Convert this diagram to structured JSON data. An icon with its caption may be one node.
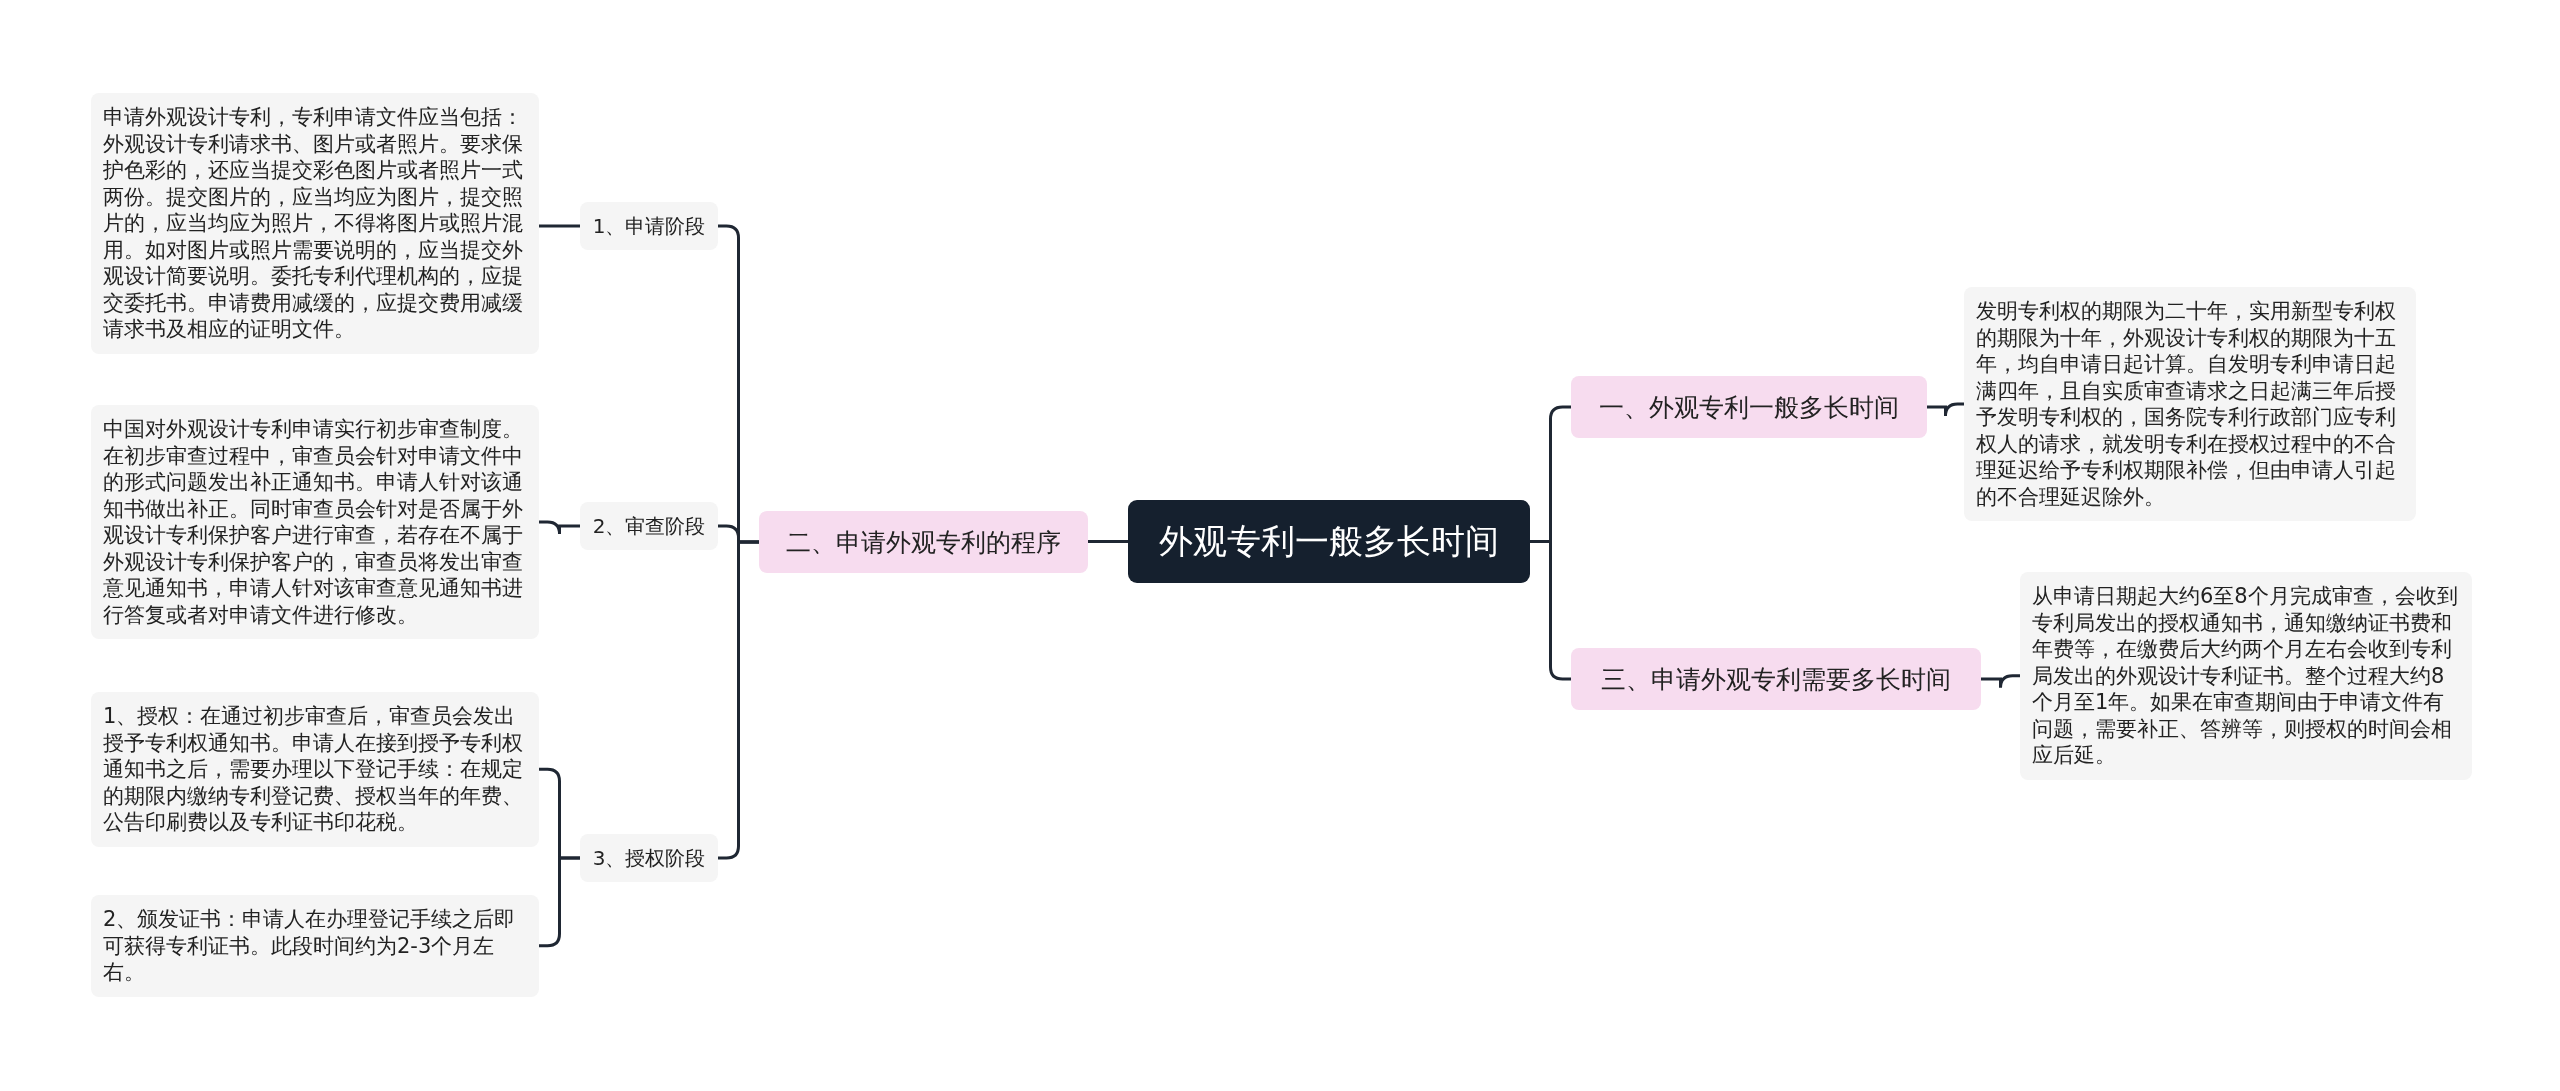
{
  "diagram": {
    "nodes": [
      {
        "text": [
          "外观专利一般多长时间"
        ]
      },
      {
        "text": [
          "一、外观专利一般多长时间"
        ]
      },
      {
        "text": [
          "发明专利权的期限为二十年，实用新型专利权的期限为十年，外观设计专利权的期限为十五年，均自申请日起计算。自发明专利申请日起满四年，且自实质审查请求之日起满三年后授予发明专利权的，国务院专利行政部门应专利权人的请求，就发明专利在授权过程中的不合理延迟给予专利权期限补偿，但由申请人引起的不合理延迟除外。"
        ]
      },
      {
        "text": [
          "三、申请外观专利需要多长时间"
        ]
      },
      {
        "text": [
          "从申请日期起大约6至8个月完成审查，会收到专利局发出的授权通知书，通知缴纳证书费和年费等，在缴费后大约两个月左右会收到专利局发出的外观设计专利证书。整个过程大约8个月至1年。如果在审查期间由于申请文件有问题，需要补正、答辨等，则授权的时间会相应后延。"
        ]
      },
      {
        "text": [
          "二、申请外观专利的程序"
        ]
      },
      {
        "text": [
          "1、申请阶段"
        ]
      },
      {
        "text": [
          "申请外观设计专利，专利申请文件应当包括：外观设计专利请求书、图片或者照片。要求保护色彩的，还应当提交彩色图片或者照片一式两份。提交图片的，应当均应为图片，提交照片的，应当均应为照片，不得将图片或照片混用。如对图片或照片需要说明的，应当提交外观设计简要说明。委托专利代理机构的，应提交委托书。申请费用减缓的，应提交费用减缓请求书及相应的证明文件。"
        ]
      },
      {
        "text": [
          "2、审查阶段"
        ]
      },
      {
        "text": [
          "中国对外观设计专利申请实行初步审查制度。在初步审查过程中，审查员会针对申请文件中的形式问题发出补正通知书。申请人针对该通知书做出补正。同时审查员会针对是否属于外观设计专利保护客户进行审查，若存在不属于外观设计专利保护客户的，审查员将发出审查意见通知书，申请人针对该审查意见通知书进行答复或者对申请文件进行修改。"
        ]
      },
      {
        "text": [
          "3、授权阶段"
        ]
      },
      {
        "text": [
          "1、授权：在通过初步审查后，审查员会发出授予专利权通知书。申请人在接到授予专利权通知书之后，需要办理以下登记手续：在规定的期限内缴纳专利登记费、授权当年的年费、公告印刷费以及专利证书印花税。"
        ]
      },
      {
        "text": [
          "2、颁发证书：申请人在办理登记手续之后即可获得专利证书。此段时间约为2-3个月左右。"
        ]
      }
    ],
    "edges": [
      {
        "from": 0,
        "to": 1,
        "arrow": "none"
      },
      {
        "from": 1,
        "to": 2,
        "arrow": "none"
      },
      {
        "from": 0,
        "to": 3,
        "arrow": "none"
      },
      {
        "from": 3,
        "to": 4,
        "arrow": "none"
      },
      {
        "from": 0,
        "to": 5,
        "arrow": "none"
      },
      {
        "from": 5,
        "to": 6,
        "arrow": "none"
      },
      {
        "from": 6,
        "to": 7,
        "arrow": "none"
      },
      {
        "from": 5,
        "to": 8,
        "arrow": "none"
      },
      {
        "from": 8,
        "to": 9,
        "arrow": "none"
      },
      {
        "from": 5,
        "to": 10,
        "arrow": "none"
      },
      {
        "from": 10,
        "to": 11,
        "arrow": "none"
      },
      {
        "from": 10,
        "to": 12,
        "arrow": "none"
      }
    ]
  }
}
